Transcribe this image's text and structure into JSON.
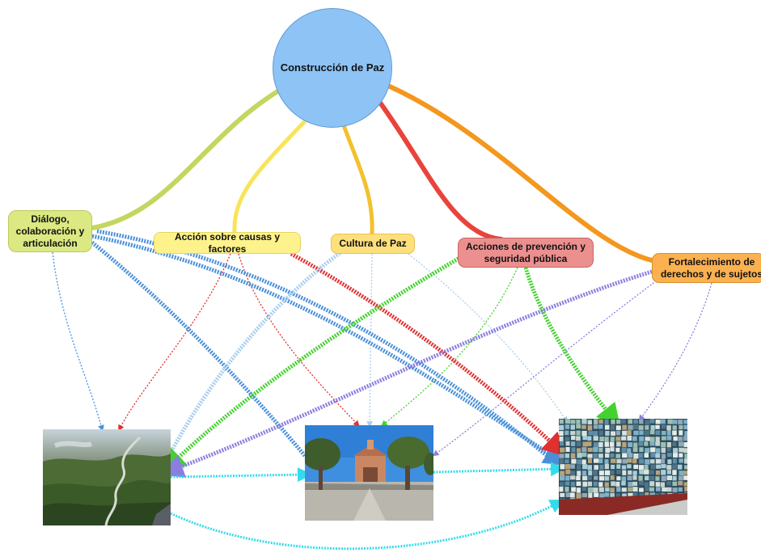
{
  "diagram": {
    "root": {
      "label": "Construcción de Paz",
      "color": "#8ec3f5"
    },
    "categories": [
      {
        "id": "dialogo",
        "label": "Diálogo, colaboración y articulación",
        "color": "#dce882",
        "edge_color": "#c4d660"
      },
      {
        "id": "accion",
        "label": "Acción sobre causas y factores",
        "color": "#fdf28c",
        "edge_color": "#f8e45a"
      },
      {
        "id": "cultura",
        "label": "Cultura de Paz",
        "color": "#fde07c",
        "edge_color": "#f2c12e"
      },
      {
        "id": "prevencion",
        "label": "Acciones de prevención y seguridad pública",
        "color": "#ec8f8f",
        "edge_color": "#e8443c"
      },
      {
        "id": "fortalecimiento",
        "label": "Fortalecimiento de derechos y de sujetos",
        "color": "#fbb14f",
        "edge_color": "#f4971e"
      }
    ],
    "images": [
      {
        "id": "photo-aerial-river",
        "subject": "aerial view of mountains and river"
      },
      {
        "id": "photo-church-courtyard",
        "subject": "church with trees and stone courtyard"
      },
      {
        "id": "photo-mosaic",
        "subject": "colorful tile mosaic"
      }
    ],
    "edge_colors": {
      "dialogo": "#4a90d9",
      "accion": "#e03030",
      "cultura": "#a8cff0",
      "prevencion": "#44d12f",
      "fortalecimiento": "#8a7fe0",
      "image_links": "#34dceb"
    }
  }
}
